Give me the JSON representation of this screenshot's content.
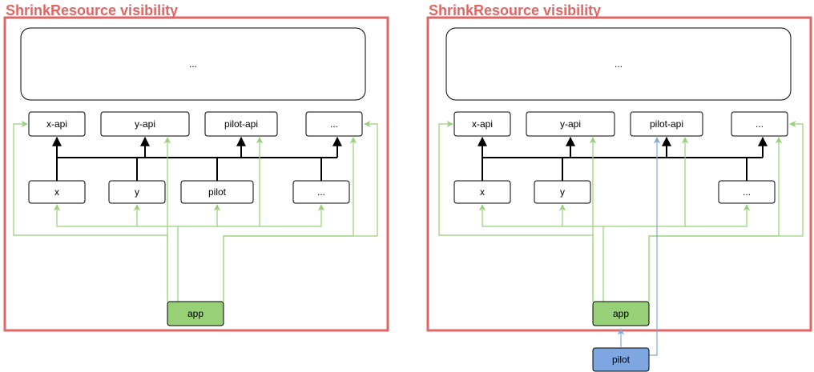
{
  "left_panel": {
    "title": "ShrinkResource visibility",
    "top_box": "...",
    "api_row": [
      "x-api",
      "y-api",
      "pilot-api",
      "..."
    ],
    "module_row": [
      "x",
      "y",
      "pilot",
      "..."
    ],
    "app": "app"
  },
  "right_panel": {
    "title": "ShrinkResource visibility",
    "top_box": "...",
    "api_row": [
      "x-api",
      "y-api",
      "pilot-api",
      "..."
    ],
    "module_row": [
      "x",
      "y",
      "..."
    ],
    "app": "app",
    "pilot": "pilot"
  },
  "colors": {
    "frame": "#e06666",
    "app_fill": "#97d077",
    "pilot_fill": "#7ea6e0",
    "green_edge": "#97d077",
    "blue_edge": "#7ea6e0",
    "black_edge": "#000000"
  }
}
